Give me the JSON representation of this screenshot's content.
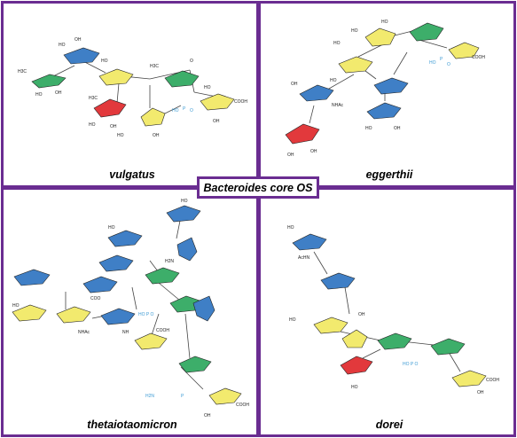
{
  "title": "Bacteroides core OS",
  "panels": [
    {
      "name": "vulgatus"
    },
    {
      "name": "eggerthii"
    },
    {
      "name": "thetaiotaomicron"
    },
    {
      "name": "dorei"
    }
  ],
  "colors": {
    "border": "#6a2d91",
    "yellow": "#f2ea6e",
    "green": "#3dae6a",
    "blue": "#3f7fc6",
    "red": "#e2393c",
    "phosphate": "#3d9bd4"
  }
}
